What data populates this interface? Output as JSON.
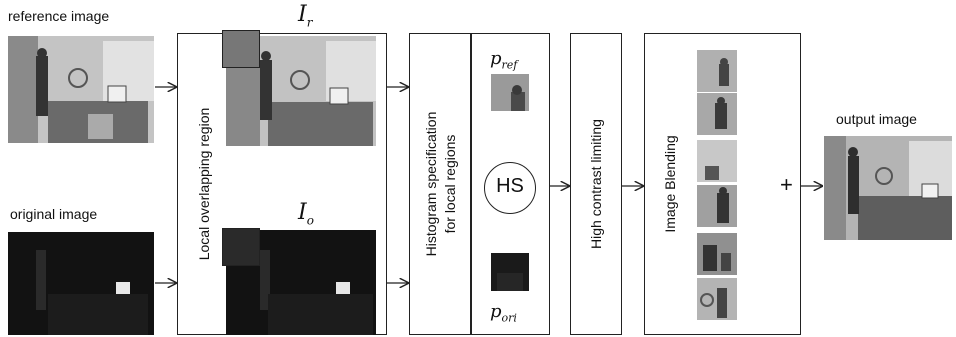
{
  "captions": {
    "reference_image": "reference image",
    "original_image": "original image",
    "output_image": "output image"
  },
  "stages": {
    "local_overlapping": "Local overlapping region",
    "histogram_spec_line1": "Histogram specification",
    "histogram_spec_line2": "for local regions",
    "high_contrast": "High contrast limiting",
    "image_blending": "Image Blending"
  },
  "symbols": {
    "i_r_base": "I",
    "i_r_sub": "r",
    "i_o_base": "I",
    "i_o_sub": "o",
    "p_ref_base": "p",
    "p_ref_sub": "ref",
    "p_ori_base": "p",
    "p_ori_sub": "ori",
    "hs": "HS",
    "plus": "+"
  },
  "colors": {
    "line": "#222222",
    "bright_photo": "#b8b8b8",
    "dark_photo": "#141414"
  }
}
